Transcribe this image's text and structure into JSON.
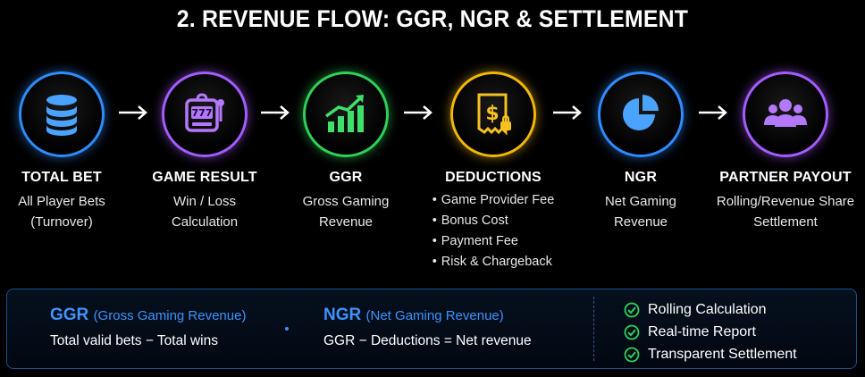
{
  "title": "2. REVENUE FLOW: GGR, NGR & SETTLEMENT",
  "steps": [
    {
      "title": "TOTAL BET",
      "lines": [
        "All Player Bets",
        "(Turnover)"
      ],
      "icon": "database-icon",
      "color": "#2e8cff"
    },
    {
      "title": "GAME RESULT",
      "lines": [
        "Win / Loss",
        "Calculation"
      ],
      "icon": "slot-machine-icon",
      "color": "#a45cff"
    },
    {
      "title": "GGR",
      "lines": [
        "Gross Gaming",
        "Revenue"
      ],
      "icon": "growth-chart-icon",
      "color": "#2ed158"
    },
    {
      "title": "DEDUCTIONS",
      "bullets": [
        "Game Provider Fee",
        "Bonus Cost",
        "Payment Fee",
        "Risk & Chargeback"
      ],
      "icon": "receipt-dollar-icon",
      "color": "#f2b705"
    },
    {
      "title": "NGR",
      "lines": [
        "Net Gaming",
        "Revenue"
      ],
      "icon": "pie-chart-icon",
      "color": "#2e8cff"
    },
    {
      "title": "PARTNER PAYOUT",
      "lines": [
        "Rolling/Revenue Share",
        "Settlement"
      ],
      "icon": "users-group-icon",
      "color": "#a45cff"
    }
  ],
  "panel": {
    "ggr": {
      "abbr": "GGR",
      "full": "(Gross Gaming Revenue)",
      "formula": "Total valid bets − Total wins"
    },
    "ngr": {
      "abbr": "NGR",
      "full": "(Net Gaming Revenue)",
      "formula": "GGR − Deductions = Net revenue"
    },
    "checks": [
      "Rolling Calculation",
      "Real-time Report",
      "Transparent Settlement"
    ],
    "accent": "#3d93ff",
    "check_color": "#2ed158"
  }
}
